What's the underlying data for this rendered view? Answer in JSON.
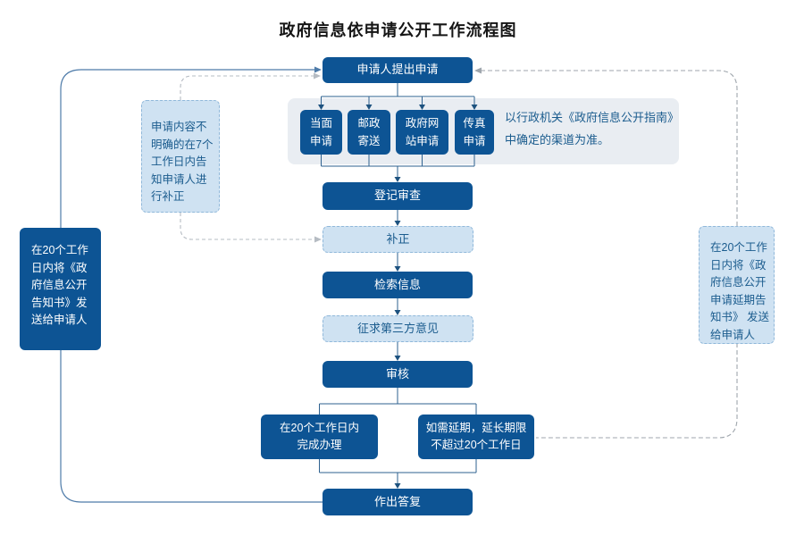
{
  "title": "政府信息依申请公开工作流程图",
  "nodes": {
    "apply": "申请人提出申请",
    "register": "登记审查",
    "supplement": "补正",
    "search": "检索信息",
    "third_party": "征求第三方意见",
    "review": "审核",
    "complete": "在20个工作日内\n完成办理",
    "extend": "如需延期，延长期限\n不超过20个工作日",
    "reply": "作出答复"
  },
  "channels": [
    {
      "label": "当面\n申请"
    },
    {
      "label": "邮政\n寄送"
    },
    {
      "label": "政府网\n站申请"
    },
    {
      "label": "传真\n申请"
    }
  ],
  "notes": {
    "channel": "以行政机关《政府信息公开指南》\n中确定的渠道为准。",
    "left_hint": "申请内容不\n明确的在7个\n工作日内告\n知申请人进\n行补正",
    "left_send": "在20个工作\n日内将《政\n府信息公开\n告知书》发\n送给申请人",
    "right_delay": "在20个工作\n日内将《政\n府信息公开\n申请延期告\n知书》 发送\n给申请人"
  },
  "colors": {
    "primary_box": "#0d5494",
    "light_fill": "#cfe2f2",
    "light_dashed_border": "#90b8da",
    "panel_background": "#e9edf2",
    "note_text": "#1b5c8e",
    "solid_loop_line": "#4e7ba9",
    "gray_dashed_line": "#9fa6ad",
    "flow_line": "#2e618f",
    "arrow": "#1d527f"
  }
}
